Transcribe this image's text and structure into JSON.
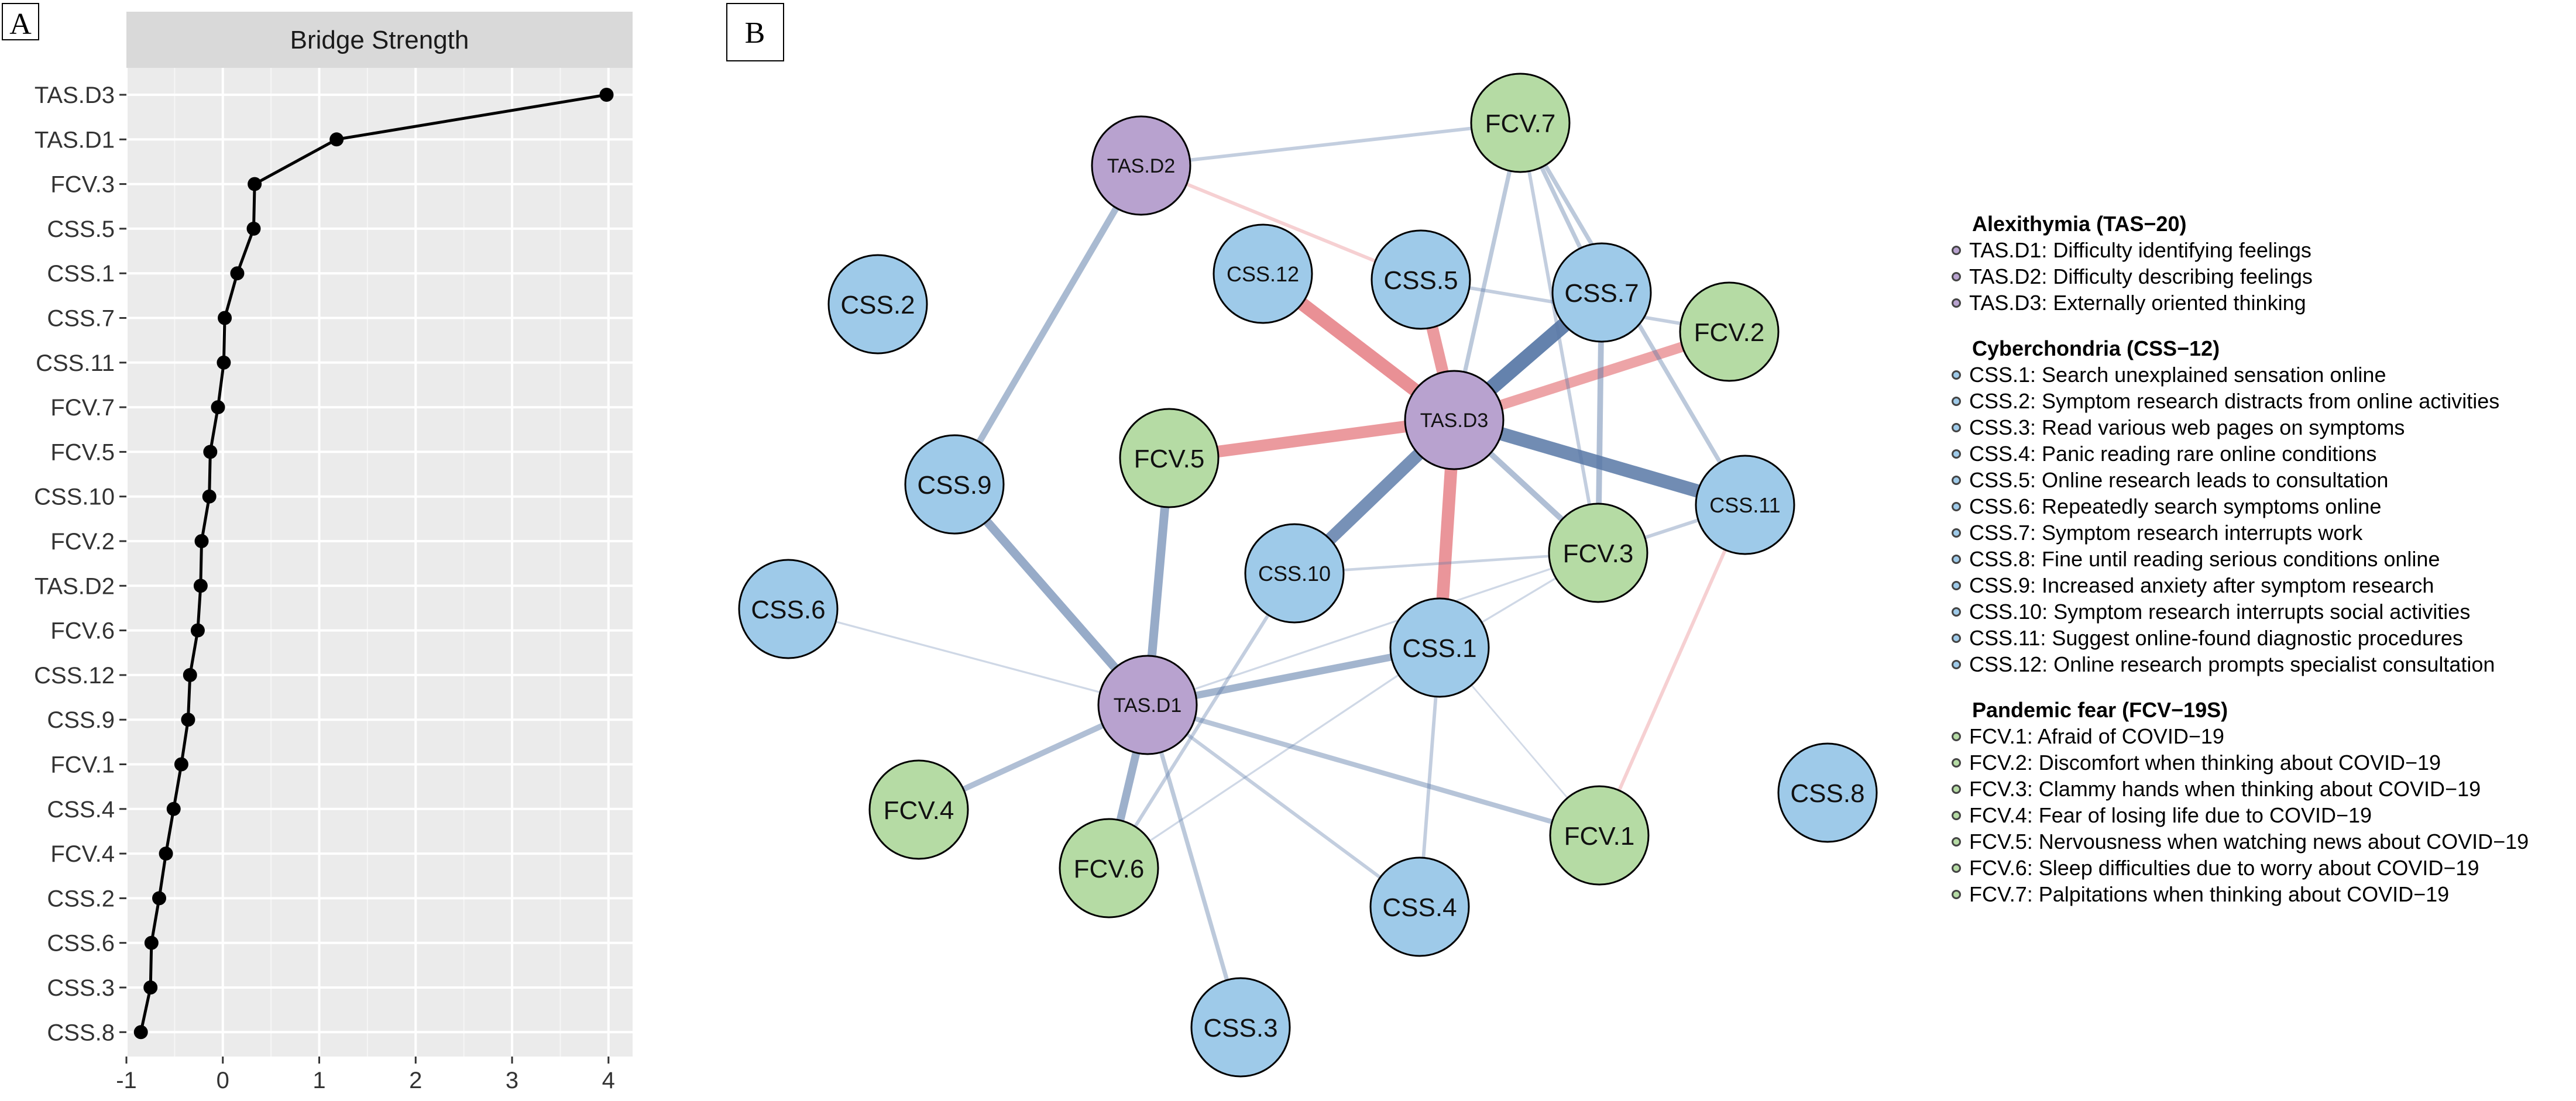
{
  "chart_data": [
    {
      "type": "line",
      "panel_label": "A",
      "title": "Bridge Strength",
      "xlim": [
        -1.0,
        4.25
      ],
      "x_ticks": [
        "-1",
        "0",
        "1",
        "2",
        "3",
        "4"
      ],
      "x_tick_values": [
        -1,
        0,
        1,
        2,
        3,
        4
      ],
      "grid": true,
      "categories": [
        "TAS.D3",
        "TAS.D1",
        "FCV.3",
        "CSS.5",
        "CSS.1",
        "CSS.7",
        "CSS.11",
        "FCV.7",
        "FCV.5",
        "CSS.10",
        "FCV.2",
        "TAS.D2",
        "FCV.6",
        "CSS.12",
        "CSS.9",
        "FCV.1",
        "CSS.4",
        "FCV.4",
        "CSS.2",
        "CSS.6",
        "CSS.3",
        "CSS.8"
      ],
      "values": [
        3.98,
        1.18,
        0.33,
        0.32,
        0.15,
        0.02,
        0.01,
        -0.05,
        -0.13,
        -0.14,
        -0.22,
        -0.23,
        -0.26,
        -0.34,
        -0.36,
        -0.43,
        -0.51,
        -0.59,
        -0.66,
        -0.74,
        -0.75,
        -0.85
      ]
    },
    {
      "type": "network",
      "panel_label": "B",
      "groups": [
        {
          "key": "TAS",
          "title": "Alexithymia (TAS−20)",
          "color": "#b8a2cf",
          "items": [
            "TAS.D1: Difficulty identifying feelings",
            "TAS.D2: Difficulty describing feelings",
            "TAS.D3: Externally oriented thinking"
          ]
        },
        {
          "key": "CSS",
          "title": "Cyberchondria (CSS−12)",
          "color": "#9ecae9",
          "items": [
            "CSS.1: Search unexplained sensation online",
            "CSS.2: Symptom research distracts from online activities",
            "CSS.3: Read various web pages on symptoms",
            "CSS.4: Panic reading rare online conditions",
            "CSS.5: Online research leads to consultation",
            "CSS.6: Repeatedly search symptoms online",
            "CSS.7: Symptom research interrupts work",
            "CSS.8: Fine until reading serious conditions online",
            "CSS.9: Increased anxiety after symptom research",
            "CSS.10: Symptom research interrupts social activities",
            "CSS.11: Suggest online-found diagnostic procedures",
            "CSS.12: Online research prompts specialist consultation"
          ]
        },
        {
          "key": "FCV",
          "title": "Pandemic fear (FCV−19S)",
          "color": "#b5dba4",
          "items": [
            "FCV.1: Afraid of COVID−19",
            "FCV.2: Discomfort when thinking about COVID−19",
            "FCV.3: Clammy hands when thinking about COVID−19",
            "FCV.4: Fear of losing life due to COVID−19",
            "FCV.5: Nervousness when watching news about COVID−19",
            "FCV.6: Sleep difficulties due to worry about COVID−19",
            "FCV.7: Palpitations when thinking about COVID−19"
          ]
        }
      ],
      "nodes": [
        {
          "id": "TAS.D2",
          "group": "TAS"
        },
        {
          "id": "FCV.7",
          "group": "FCV"
        },
        {
          "id": "CSS.2",
          "group": "CSS"
        },
        {
          "id": "CSS.12",
          "group": "CSS"
        },
        {
          "id": "CSS.5",
          "group": "CSS"
        },
        {
          "id": "CSS.7",
          "group": "CSS"
        },
        {
          "id": "FCV.2",
          "group": "FCV"
        },
        {
          "id": "TAS.D3",
          "group": "TAS"
        },
        {
          "id": "FCV.5",
          "group": "FCV"
        },
        {
          "id": "CSS.9",
          "group": "CSS"
        },
        {
          "id": "CSS.11",
          "group": "CSS"
        },
        {
          "id": "CSS.10",
          "group": "CSS"
        },
        {
          "id": "FCV.3",
          "group": "FCV"
        },
        {
          "id": "CSS.6",
          "group": "CSS"
        },
        {
          "id": "CSS.1",
          "group": "CSS"
        },
        {
          "id": "TAS.D1",
          "group": "TAS"
        },
        {
          "id": "FCV.4",
          "group": "FCV"
        },
        {
          "id": "FCV.6",
          "group": "FCV"
        },
        {
          "id": "FCV.1",
          "group": "FCV"
        },
        {
          "id": "CSS.4",
          "group": "CSS"
        },
        {
          "id": "CSS.8",
          "group": "CSS"
        },
        {
          "id": "CSS.3",
          "group": "CSS"
        }
      ],
      "edges": [
        {
          "from": "TAS.D3",
          "to": "CSS.7",
          "sign": "positive",
          "weight": 0.9
        },
        {
          "from": "TAS.D3",
          "to": "CSS.11",
          "sign": "positive",
          "weight": 0.8
        },
        {
          "from": "TAS.D3",
          "to": "CSS.10",
          "sign": "positive",
          "weight": 0.75
        },
        {
          "from": "TAS.D3",
          "to": "CSS.12",
          "sign": "negative",
          "weight": 0.8
        },
        {
          "from": "TAS.D3",
          "to": "CSS.5",
          "sign": "negative",
          "weight": 0.7
        },
        {
          "from": "TAS.D3",
          "to": "CSS.1",
          "sign": "negative",
          "weight": 0.75
        },
        {
          "from": "TAS.D3",
          "to": "FCV.5",
          "sign": "negative",
          "weight": 0.7
        },
        {
          "from": "TAS.D3",
          "to": "FCV.2",
          "sign": "negative",
          "weight": 0.6
        },
        {
          "from": "TAS.D3",
          "to": "FCV.3",
          "sign": "positive",
          "weight": 0.3
        },
        {
          "from": "TAS.D3",
          "to": "FCV.7",
          "sign": "positive",
          "weight": 0.2
        },
        {
          "from": "TAS.D1",
          "to": "FCV.5",
          "sign": "positive",
          "weight": 0.5
        },
        {
          "from": "TAS.D1",
          "to": "CSS.9",
          "sign": "positive",
          "weight": 0.5
        },
        {
          "from": "TAS.D1",
          "to": "FCV.6",
          "sign": "positive",
          "weight": 0.45
        },
        {
          "from": "TAS.D1",
          "to": "CSS.1",
          "sign": "positive",
          "weight": 0.4
        },
        {
          "from": "TAS.D1",
          "to": "FCV.4",
          "sign": "positive",
          "weight": 0.3
        },
        {
          "from": "TAS.D1",
          "to": "FCV.1",
          "sign": "positive",
          "weight": 0.25
        },
        {
          "from": "TAS.D1",
          "to": "CSS.3",
          "sign": "positive",
          "weight": 0.2
        },
        {
          "from": "TAS.D1",
          "to": "CSS.4",
          "sign": "positive",
          "weight": 0.15
        },
        {
          "from": "TAS.D1",
          "to": "CSS.6",
          "sign": "positive",
          "weight": 0.05
        },
        {
          "from": "TAS.D1",
          "to": "FCV.3",
          "sign": "positive",
          "weight": 0.05
        },
        {
          "from": "TAS.D2",
          "to": "CSS.9",
          "sign": "positive",
          "weight": 0.35
        },
        {
          "from": "TAS.D2",
          "to": "FCV.7",
          "sign": "positive",
          "weight": 0.15
        },
        {
          "from": "TAS.D2",
          "to": "CSS.5",
          "sign": "negative",
          "weight": 0.15
        },
        {
          "from": "FCV.7",
          "to": "CSS.7",
          "sign": "positive",
          "weight": 0.2
        },
        {
          "from": "FCV.7",
          "to": "CSS.11",
          "sign": "positive",
          "weight": 0.2
        },
        {
          "from": "FCV.7",
          "to": "FCV.3",
          "sign": "positive",
          "weight": 0.15
        },
        {
          "from": "CSS.7",
          "to": "FCV.3",
          "sign": "positive",
          "weight": 0.3
        },
        {
          "from": "CSS.5",
          "to": "FCV.2",
          "sign": "positive",
          "weight": 0.15
        },
        {
          "from": "CSS.11",
          "to": "FCV.1",
          "sign": "negative",
          "weight": 0.15
        },
        {
          "from": "CSS.11",
          "to": "FCV.3",
          "sign": "positive",
          "weight": 0.15
        },
        {
          "from": "CSS.10",
          "to": "FCV.3",
          "sign": "positive",
          "weight": 0.1
        },
        {
          "from": "CSS.1",
          "to": "CSS.4",
          "sign": "positive",
          "weight": 0.15
        },
        {
          "from": "CSS.10",
          "to": "FCV.6",
          "sign": "positive",
          "weight": 0.15
        },
        {
          "from": "CSS.1",
          "to": "FCV.6",
          "sign": "positive",
          "weight": 0.05
        },
        {
          "from": "CSS.1",
          "to": "FCV.3",
          "sign": "positive",
          "weight": 0.05
        },
        {
          "from": "CSS.1",
          "to": "FCV.1",
          "sign": "positive",
          "weight": 0.03
        }
      ],
      "colors": {
        "positive_edge": "#5878a6",
        "negative_edge": "#e57d82"
      }
    }
  ]
}
